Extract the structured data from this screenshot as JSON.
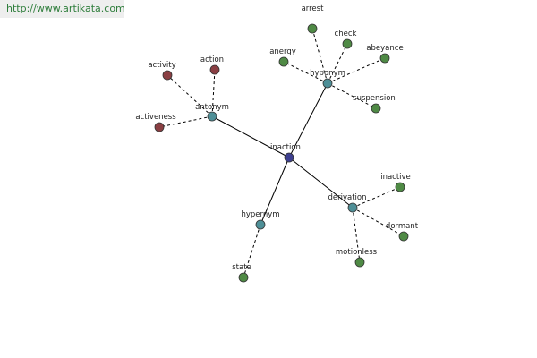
{
  "header": {
    "url_text": "http://www.artikata.com"
  },
  "colors": {
    "center": "#3d3f8f",
    "relation": "#4e8f97",
    "term_green": "#4f8a45",
    "term_red": "#8a3f43"
  },
  "graph": {
    "nodes": [
      {
        "id": "inaction",
        "label": "inaction",
        "kind": "center"
      },
      {
        "id": "antonym",
        "label": "antonym",
        "kind": "relation"
      },
      {
        "id": "hyponym",
        "label": "hyponym",
        "kind": "relation"
      },
      {
        "id": "derivation",
        "label": "derivation",
        "kind": "relation"
      },
      {
        "id": "hypernym",
        "label": "hypernym",
        "kind": "relation"
      },
      {
        "id": "activity",
        "label": "activity",
        "kind": "term_red"
      },
      {
        "id": "action",
        "label": "action",
        "kind": "term_red"
      },
      {
        "id": "activeness",
        "label": "activeness",
        "kind": "term_red"
      },
      {
        "id": "arrest",
        "label": "arrest",
        "kind": "term_green"
      },
      {
        "id": "check",
        "label": "check",
        "kind": "term_green"
      },
      {
        "id": "abeyance",
        "label": "abeyance",
        "kind": "term_green"
      },
      {
        "id": "anergy",
        "label": "anergy",
        "kind": "term_green"
      },
      {
        "id": "suspension",
        "label": "suspension",
        "kind": "term_green"
      },
      {
        "id": "inactive",
        "label": "inactive",
        "kind": "term_green"
      },
      {
        "id": "dormant",
        "label": "dormant",
        "kind": "term_green"
      },
      {
        "id": "motionless",
        "label": "motionless",
        "kind": "term_green"
      },
      {
        "id": "state",
        "label": "state",
        "kind": "term_green"
      }
    ],
    "edges": [
      {
        "from": "inaction",
        "to": "antonym",
        "style": "solid"
      },
      {
        "from": "inaction",
        "to": "hyponym",
        "style": "solid"
      },
      {
        "from": "inaction",
        "to": "derivation",
        "style": "solid"
      },
      {
        "from": "inaction",
        "to": "hypernym",
        "style": "solid"
      },
      {
        "from": "antonym",
        "to": "activity",
        "style": "dashed"
      },
      {
        "from": "antonym",
        "to": "action",
        "style": "dashed"
      },
      {
        "from": "antonym",
        "to": "activeness",
        "style": "dashed"
      },
      {
        "from": "hyponym",
        "to": "arrest",
        "style": "dashed"
      },
      {
        "from": "hyponym",
        "to": "check",
        "style": "dashed"
      },
      {
        "from": "hyponym",
        "to": "abeyance",
        "style": "dashed"
      },
      {
        "from": "hyponym",
        "to": "anergy",
        "style": "dashed"
      },
      {
        "from": "hyponym",
        "to": "suspension",
        "style": "dashed"
      },
      {
        "from": "derivation",
        "to": "inactive",
        "style": "dashed"
      },
      {
        "from": "derivation",
        "to": "dormant",
        "style": "dashed"
      },
      {
        "from": "derivation",
        "to": "motionless",
        "style": "dashed"
      },
      {
        "from": "hypernym",
        "to": "state",
        "style": "dashed"
      }
    ]
  }
}
